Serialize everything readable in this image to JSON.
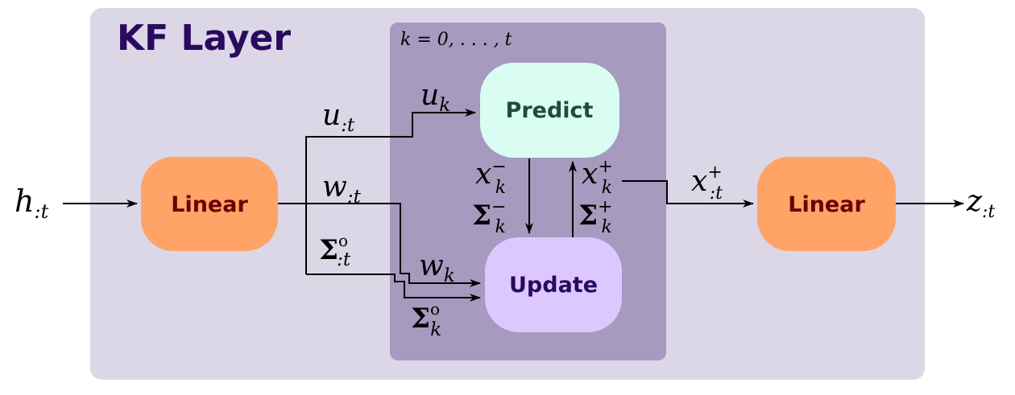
{
  "layer": {
    "title": "KF Layer",
    "loop_label": "k = 0, . . . , t"
  },
  "boxes": {
    "linear_in": "Linear",
    "predict": "Predict",
    "update": "Update",
    "linear_out": "Linear"
  },
  "labels": {
    "input": {
      "base": "h",
      "sub": ":t"
    },
    "u_all": {
      "base": "u",
      "sub": ":t"
    },
    "w_all": {
      "base": "w",
      "sub": ":t"
    },
    "sigma_all": {
      "base": "Σ",
      "sup": "o",
      "sub": ":t"
    },
    "u_k": {
      "base": "u",
      "sub": "k"
    },
    "w_k": {
      "base": "w",
      "sub": "k"
    },
    "sigma_k": {
      "base": "Σ",
      "sup": "o",
      "sub": "k"
    },
    "x_minus": {
      "base": "x",
      "sup": "−",
      "sub": "k"
    },
    "sigma_minus": {
      "base": "Σ",
      "sup": "−",
      "sub": "k"
    },
    "x_plus": {
      "base": "x",
      "sup": "+",
      "sub": "k"
    },
    "sigma_plus": {
      "base": "Σ",
      "sup": "+",
      "sub": "k"
    },
    "x_plus_all": {
      "base": "x",
      "sup": "+",
      "sub": ":t"
    },
    "output": {
      "base": "z",
      "sub": ":t"
    }
  },
  "colors": {
    "layer_bg": "#dcd7e6",
    "loop_bg": "#a69abf",
    "linear": "#ffa366",
    "linear_text": "#6b0000",
    "predict": "#d9fdf3",
    "predict_text": "#1f4d3a",
    "update": "#dcc8ff",
    "update_text": "#2a0a5e",
    "title": "#2a0a5e"
  }
}
